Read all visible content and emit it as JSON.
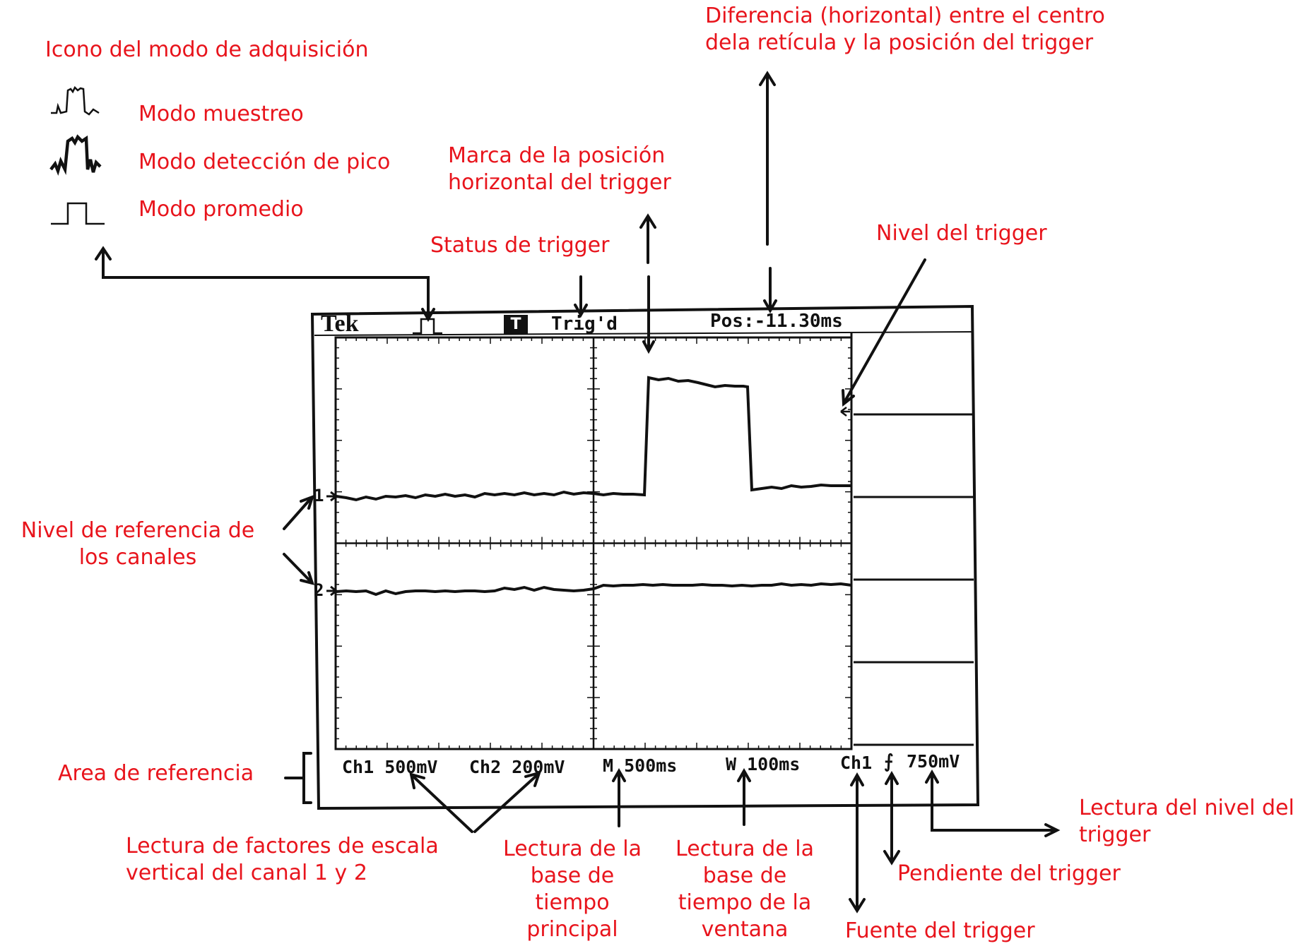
{
  "annotations": {
    "acq_title": "Icono del modo de adquisición",
    "mode_sample": "Modo muestreo",
    "mode_peak": "Modo detección de pico",
    "mode_average": "Modo promedio",
    "trigger_status": "Status de trigger",
    "trigger_hpos_mark": [
      "Marca de la posición",
      "horizontal del trigger"
    ],
    "trigger_offset": [
      "Diferencia (horizontal) entre el centro",
      "dela retícula y la posición del trigger"
    ],
    "trigger_level": "Nivel del trigger",
    "channel_ref": [
      "Nivel de referencia de",
      "los canales"
    ],
    "reference_area": "Area de referencia",
    "vertical_scale": [
      "Lectura de  factores de escala",
      "vertical del canal 1  y 2"
    ],
    "main_timebase": [
      "Lectura de la",
      "base de",
      "tiempo",
      "principal"
    ],
    "window_timebase": [
      "Lectura de la",
      "base de",
      "tiempo de la",
      "ventana"
    ],
    "trigger_source": "Fuente del trigger",
    "trigger_slope": "Pendiente del trigger",
    "trigger_level_readout": [
      "Lectura del nivel del",
      "trigger"
    ]
  },
  "screen": {
    "brand": "Tek",
    "trigger_badge": "T",
    "trigger_status": "Trig'd",
    "position": "Pos:-11.30ms",
    "ch1_label": "1",
    "ch2_label": "2",
    "readouts": {
      "ch1_scale": "Ch1 500mV",
      "ch2_scale": "Ch2 200mV",
      "main_timebase": "M 500ms",
      "window_timebase": "W 100ms",
      "trigger_source": "Ch1",
      "trigger_slope": "⨍",
      "trigger_level": "750mV"
    }
  },
  "colors": {
    "annotation": "#e8141c",
    "ink": "#111111"
  },
  "icons": [
    "acquisition-sample-icon",
    "acquisition-peak-detect-icon",
    "acquisition-average-icon",
    "acquisition-mode-icon"
  ]
}
